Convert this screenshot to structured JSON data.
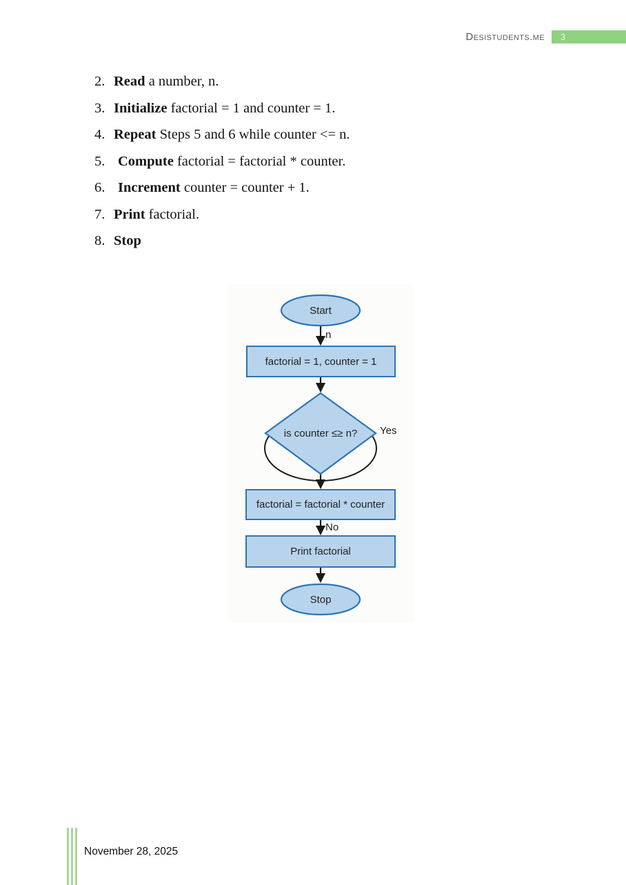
{
  "header": {
    "site": "Desistudents.me",
    "page_number": "3"
  },
  "steps": [
    {
      "num": "2.",
      "keyword": "Read",
      "rest": " a number, n."
    },
    {
      "num": "3.",
      "keyword": "Initialize",
      "rest": " factorial = 1 and counter = 1."
    },
    {
      "num": "4.",
      "keyword": "Repeat",
      "rest": " Steps 5 and 6 while counter <= n."
    },
    {
      "num": "5.",
      "keyword": "Compute",
      "rest": " factorial = factorial * counter."
    },
    {
      "num": "6.",
      "keyword": "Increment",
      "rest": " counter = counter + 1."
    },
    {
      "num": "7.",
      "keyword": "Print",
      "rest": " factorial."
    },
    {
      "num": "8.",
      "keyword": "Stop",
      "rest": ""
    }
  ],
  "flowchart": {
    "start_label": "Start",
    "input_edge_label": "n",
    "init_label": "factorial = 1, counter = 1",
    "condition_label": "is counter ≤≥ n?",
    "yes_label": "Yes",
    "compute_label": "factorial = factorial * counter",
    "no_label": "No",
    "print_label": "Print factorial",
    "stop_label": "Stop",
    "colors": {
      "shape_fill": "#b8d4ec",
      "shape_border": "#2e74b5",
      "arrow": "#1a1a1a"
    }
  },
  "footer": {
    "date": "November 28, 2025",
    "accent_green": "#a6d89b",
    "badge_green": "#8ed180"
  }
}
